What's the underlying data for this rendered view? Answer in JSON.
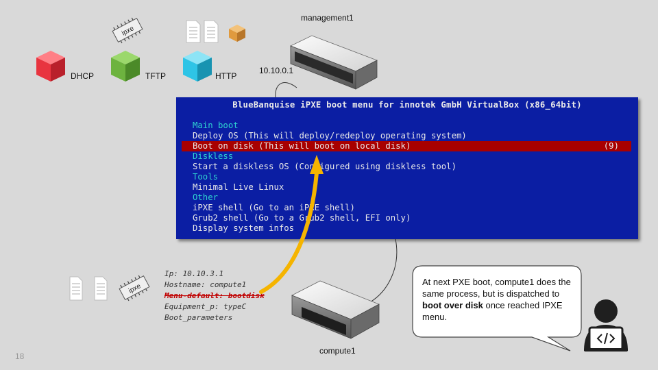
{
  "colors": {
    "dhcp_cube": "#e8343f",
    "tftp_cube": "#6db33f",
    "http_cube": "#2ec4e6",
    "menu_background": "#0b1ea3",
    "menu_selected": "#a80000",
    "menu_section": "#2ed3d1",
    "arrow": "#f5b400"
  },
  "services": [
    {
      "label": "DHCP",
      "icon": "red-cube-icon"
    },
    {
      "label": "TFTP",
      "icon": "green-cube-icon"
    },
    {
      "label": "HTTP",
      "icon": "blue-cube-icon"
    }
  ],
  "chips": {
    "top_label": "ipxe",
    "bottom_label": "ipxe"
  },
  "management": {
    "name": "management1",
    "ip": "10.10.0.1"
  },
  "compute": {
    "name": "compute1"
  },
  "menu": {
    "title": "BlueBanquise iPXE boot menu for innotek GmbH VirtualBox (x86_64bit)",
    "items": [
      {
        "text": "Main boot",
        "kind": "section"
      },
      {
        "text": "Deploy OS (This will deploy/redeploy operating system)",
        "kind": "item"
      },
      {
        "text": "Boot on disk (This will boot on local disk)",
        "kind": "selected",
        "key": "(9)"
      },
      {
        "text": "Diskless",
        "kind": "section"
      },
      {
        "text": "Start a diskless OS (Configured using diskless tool)",
        "kind": "item"
      },
      {
        "text": "Tools",
        "kind": "section"
      },
      {
        "text": "Minimal Live Linux",
        "kind": "item"
      },
      {
        "text": "Other",
        "kind": "section"
      },
      {
        "text": "iPXE shell (Go to an iPXE shell)",
        "kind": "item"
      },
      {
        "text": "Grub2 shell (Go to a Grub2 shell, EFI only)",
        "kind": "item"
      },
      {
        "text": "Display system infos",
        "kind": "item"
      }
    ]
  },
  "attributes": {
    "ip": "Ip: 10.10.3.1",
    "hostname": "Hostname: compute1",
    "menu_default": "Menu-default: bootdisk",
    "equipment": "Equipment_p: typeC",
    "boot_params": "Boot_parameters"
  },
  "bubble": {
    "text_1": "At next PXE boot, compute1 does the same process, but is dispatched to ",
    "bold": "boot over disk",
    "text_2": " once reached IPXE menu."
  },
  "user_icon": "developer-laptop-icon",
  "page_number": "18"
}
